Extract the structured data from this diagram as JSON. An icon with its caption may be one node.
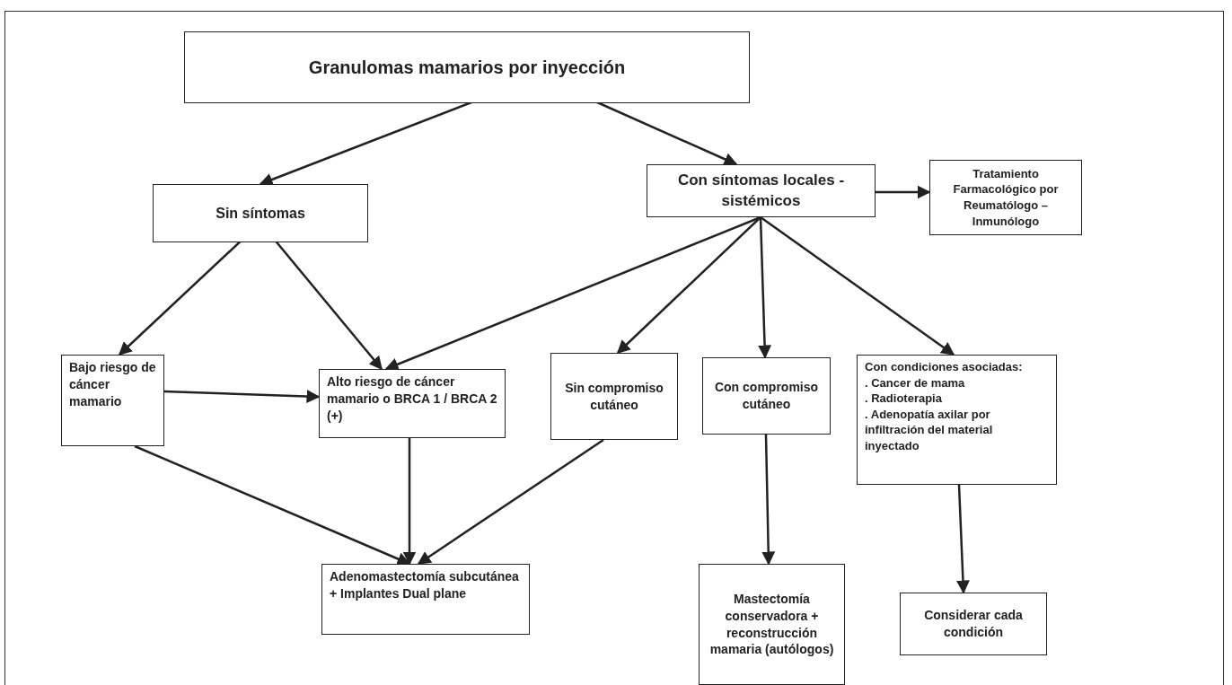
{
  "diagram": {
    "nodes": [
      {
        "text": [
          "Granulomas mamarios por inyección"
        ]
      },
      {
        "text": [
          "Sin síntomas"
        ]
      },
      {
        "text": [
          "Con síntomas locales - sistémicos"
        ]
      },
      {
        "text": [
          "Tratamiento Farmacológico por Reumatólogo – Inmunólogo"
        ]
      },
      {
        "text": [
          "Bajo riesgo de cáncer mamario"
        ]
      },
      {
        "text": [
          "Alto riesgo de cáncer mamario o  BRCA 1 / BRCA 2 (+)"
        ]
      },
      {
        "text": [
          "Sin compromiso cutáneo"
        ]
      },
      {
        "text": [
          "Con compromiso cutáneo"
        ]
      },
      {
        "text": [
          "Con condiciones asociadas:",
          ". Cancer de mama",
          ". Radioterapia",
          ". Adenopatía axilar por infiltración del material inyectado"
        ]
      },
      {
        "text": [
          "Adenomastectomía subcutánea + Implantes Dual plane"
        ]
      },
      {
        "text": [
          "Mastectomía conservadora + reconstrucción mamaria (autólogos)"
        ]
      },
      {
        "text": [
          "Considerar cada condición"
        ]
      }
    ],
    "edges": [
      {
        "from": 0,
        "to": 1,
        "arrow": "to"
      },
      {
        "from": 0,
        "to": 2,
        "arrow": "to"
      },
      {
        "from": 2,
        "to": 3,
        "arrow": "to"
      },
      {
        "from": 1,
        "to": 4,
        "arrow": "to"
      },
      {
        "from": 1,
        "to": 5,
        "arrow": "to"
      },
      {
        "from": 2,
        "to": 5,
        "arrow": "to"
      },
      {
        "from": 2,
        "to": 6,
        "arrow": "to"
      },
      {
        "from": 2,
        "to": 7,
        "arrow": "to"
      },
      {
        "from": 2,
        "to": 8,
        "arrow": "to"
      },
      {
        "from": 4,
        "to": 5,
        "arrow": "to"
      },
      {
        "from": 4,
        "to": 9,
        "arrow": "to"
      },
      {
        "from": 5,
        "to": 9,
        "arrow": "to"
      },
      {
        "from": 6,
        "to": 9,
        "arrow": "to"
      },
      {
        "from": 7,
        "to": 10,
        "arrow": "to"
      },
      {
        "from": 8,
        "to": 11,
        "arrow": "to"
      }
    ]
  }
}
